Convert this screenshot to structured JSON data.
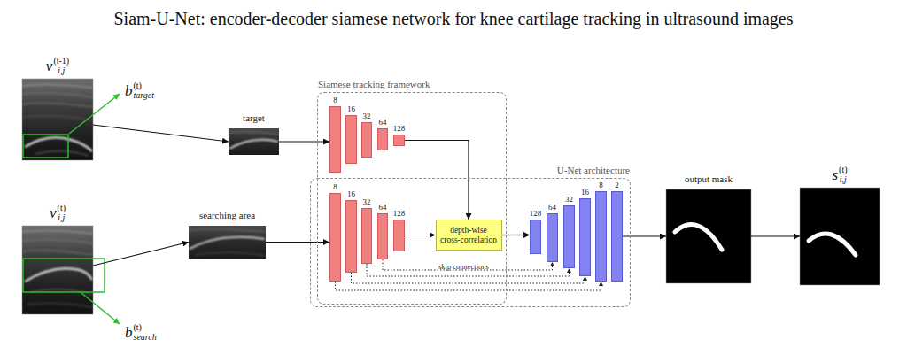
{
  "diagram": {
    "title": "Siam-U-Net: encoder-decoder siamese network for knee cartilage tracking in ultrasound images",
    "nodes": [
      {
        "text": [
          "v",
          "(t-1)",
          "i,j"
        ]
      },
      {
        "text": [
          "v",
          "(t)",
          "i,j"
        ]
      },
      {
        "text": [
          "target"
        ]
      },
      {
        "text": [
          "searching area"
        ]
      },
      {
        "text": [
          "Siamese tracking framework"
        ]
      },
      {
        "text": [
          "8"
        ],
        "in": 4
      },
      {
        "text": [
          "16"
        ],
        "in": 4
      },
      {
        "text": [
          "32"
        ],
        "in": 4
      },
      {
        "text": [
          "64"
        ],
        "in": 4
      },
      {
        "text": [
          "128"
        ],
        "in": 4
      },
      {
        "text": [
          "8"
        ],
        "in": 4
      },
      {
        "text": [
          "16"
        ],
        "in": 4
      },
      {
        "text": [
          "32"
        ],
        "in": 4
      },
      {
        "text": [
          "64"
        ],
        "in": 4
      },
      {
        "text": [
          "128"
        ],
        "in": 4
      },
      {
        "text": [
          "depth-wise cross-correlation"
        ],
        "in": 4
      },
      {
        "text": [
          "U-Net architecture"
        ]
      },
      {
        "text": [
          "128"
        ],
        "in": 16
      },
      {
        "text": [
          "64"
        ],
        "in": 16
      },
      {
        "text": [
          "32"
        ],
        "in": 16
      },
      {
        "text": [
          "16"
        ],
        "in": 16
      },
      {
        "text": [
          "8"
        ],
        "in": 16
      },
      {
        "text": [
          "2"
        ],
        "in": 16
      },
      {
        "text": [
          "output mask"
        ]
      },
      {
        "text": [
          "s",
          "(t)",
          "i,j"
        ]
      }
    ],
    "edges": [
      {
        "from": 0,
        "to": 2,
        "arrow": "to"
      },
      {
        "from": 1,
        "to": 3,
        "arrow": "to"
      },
      {
        "from": 2,
        "to": 5,
        "arrow": "to"
      },
      {
        "from": 3,
        "to": 10,
        "arrow": "to"
      },
      {
        "from": 9,
        "to": 15,
        "arrow": "to"
      },
      {
        "from": 14,
        "to": 15,
        "arrow": "to"
      },
      {
        "from": 15,
        "to": 17,
        "arrow": "to"
      },
      {
        "from": 22,
        "to": 23,
        "arrow": "to"
      },
      {
        "from": 23,
        "to": 24,
        "arrow": "to"
      },
      {
        "from": 13,
        "to": 18,
        "arrow": "to"
      },
      {
        "from": 12,
        "to": 19,
        "arrow": "to"
      },
      {
        "from": 11,
        "to": 20,
        "arrow": "to"
      },
      {
        "from": 10,
        "to": 21,
        "arrow": "to"
      }
    ],
    "labels": [
      "b",
      "(t)",
      "target",
      "b",
      "(t)",
      "search",
      "skip connections"
    ]
  }
}
